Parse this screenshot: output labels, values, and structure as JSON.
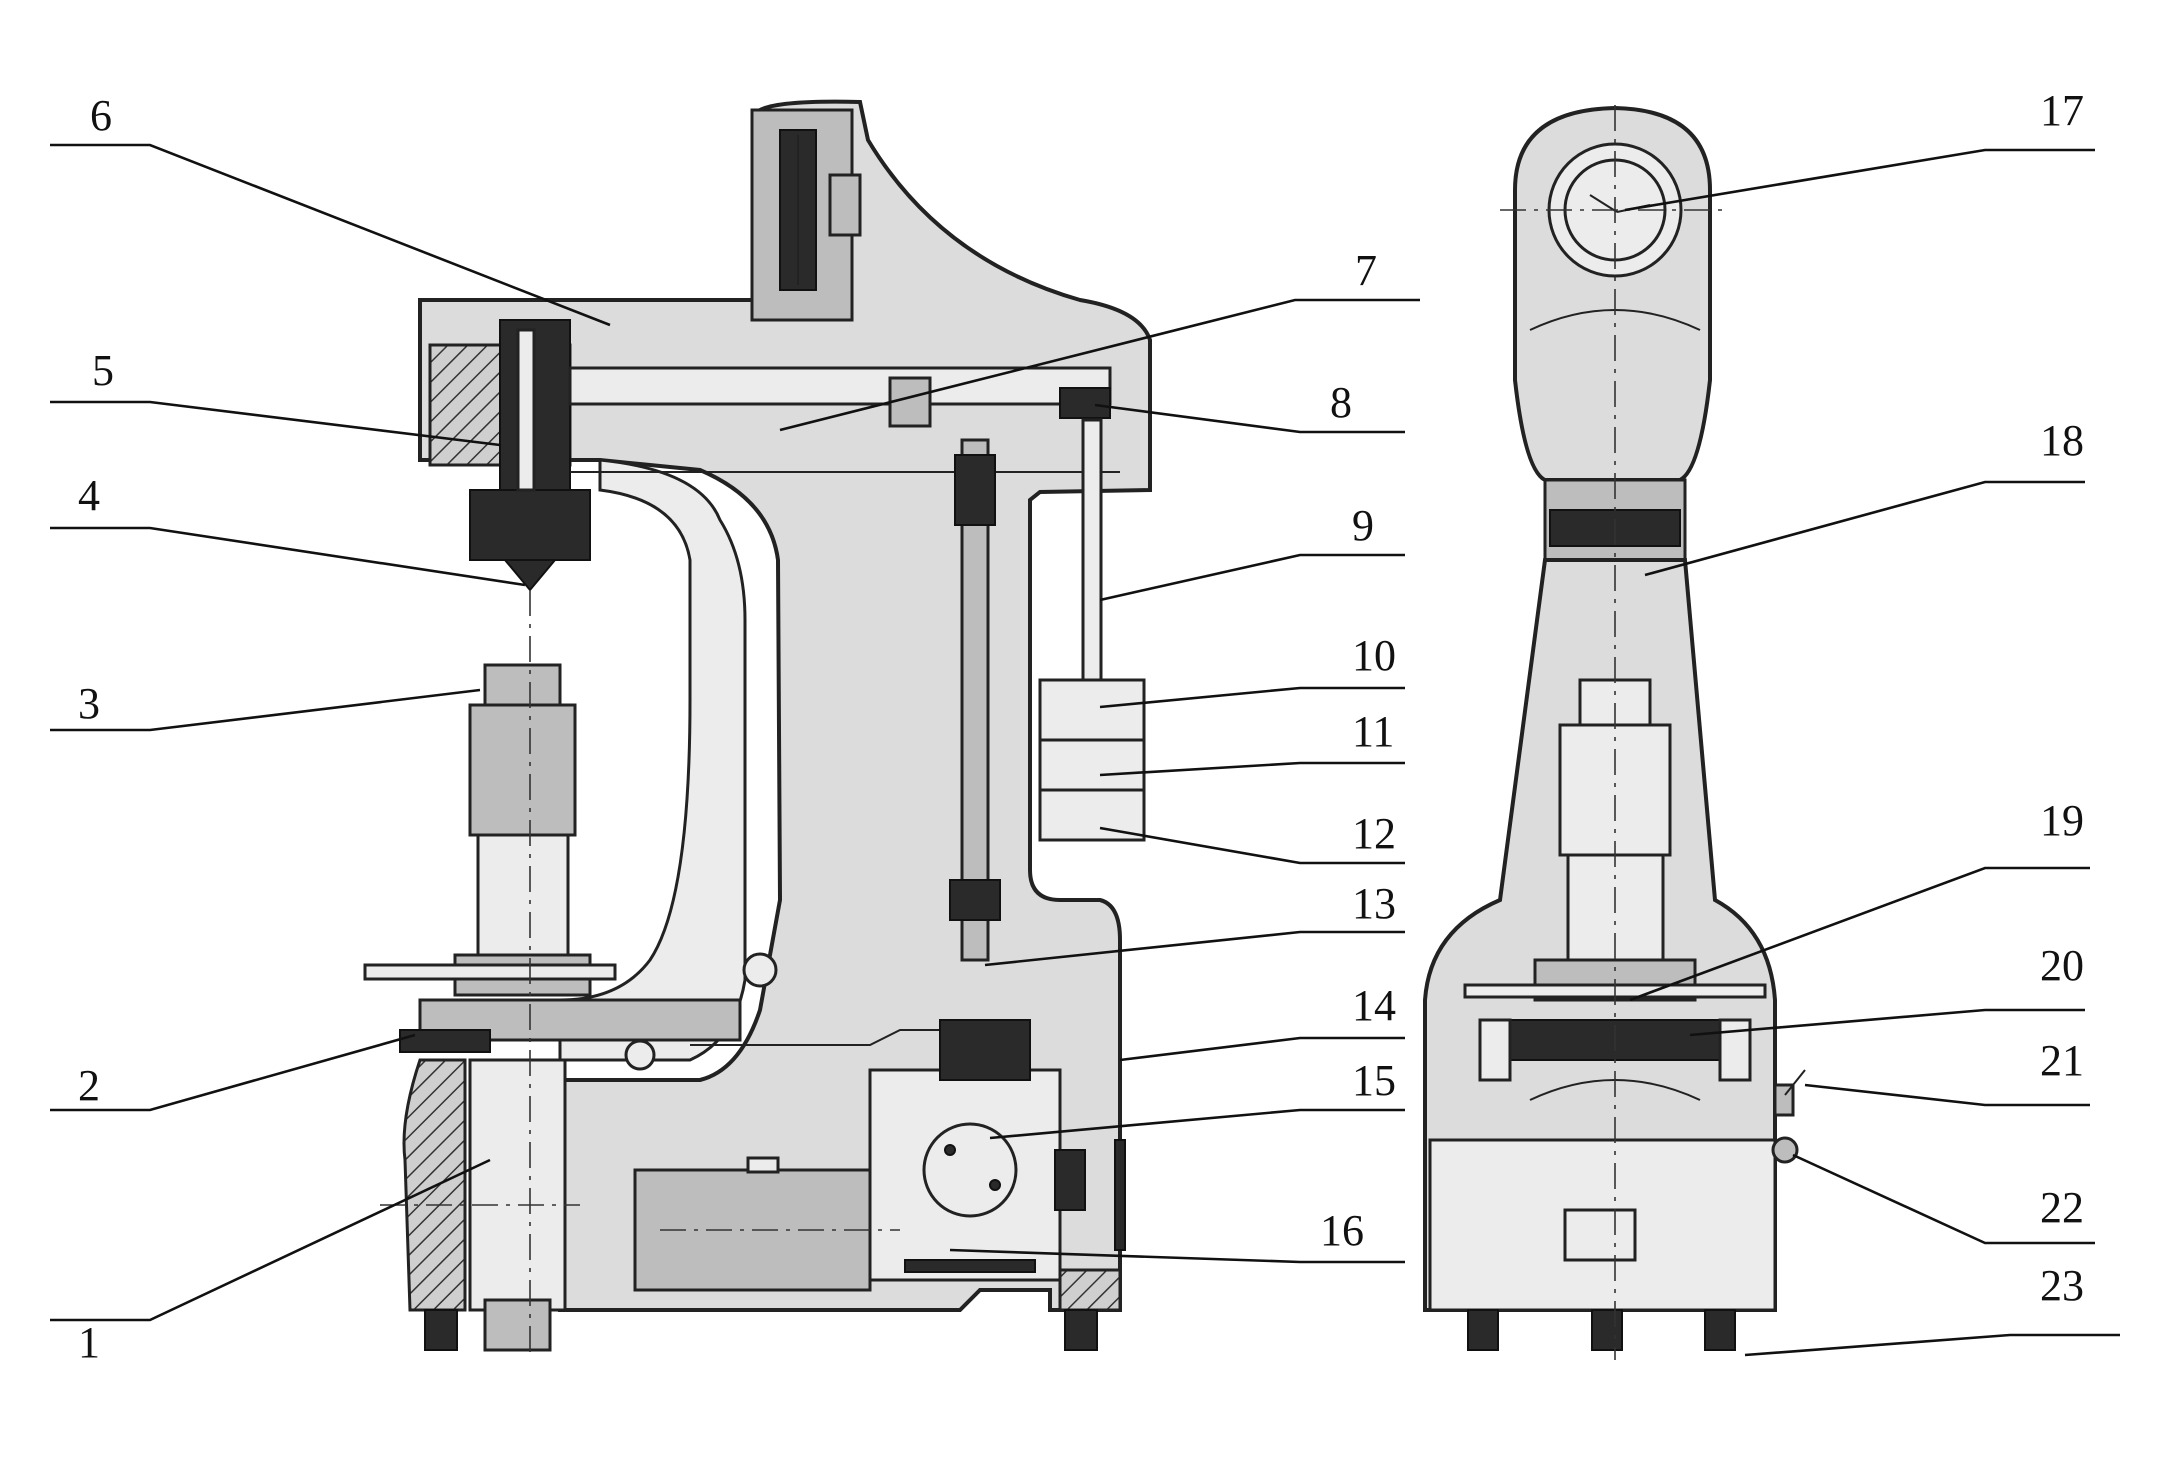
{
  "callouts": [
    {
      "id": "1",
      "label": "1"
    },
    {
      "id": "2",
      "label": "2"
    },
    {
      "id": "3",
      "label": "3"
    },
    {
      "id": "4",
      "label": "4"
    },
    {
      "id": "5",
      "label": "5"
    },
    {
      "id": "6",
      "label": "6"
    },
    {
      "id": "7",
      "label": "7"
    },
    {
      "id": "8",
      "label": "8"
    },
    {
      "id": "9",
      "label": "9"
    },
    {
      "id": "10",
      "label": "10"
    },
    {
      "id": "11",
      "label": "11"
    },
    {
      "id": "12",
      "label": "12"
    },
    {
      "id": "13",
      "label": "13"
    },
    {
      "id": "14",
      "label": "14"
    },
    {
      "id": "15",
      "label": "15"
    },
    {
      "id": "16",
      "label": "16"
    },
    {
      "id": "17",
      "label": "17"
    },
    {
      "id": "18",
      "label": "18"
    },
    {
      "id": "19",
      "label": "19"
    },
    {
      "id": "20",
      "label": "20"
    },
    {
      "id": "21",
      "label": "21"
    },
    {
      "id": "22",
      "label": "22"
    },
    {
      "id": "23",
      "label": "23"
    }
  ],
  "colors": {
    "ink": "#111111",
    "casting": "#dcdcdc",
    "shadow": "#bdbdbd",
    "background": "#ffffff"
  }
}
